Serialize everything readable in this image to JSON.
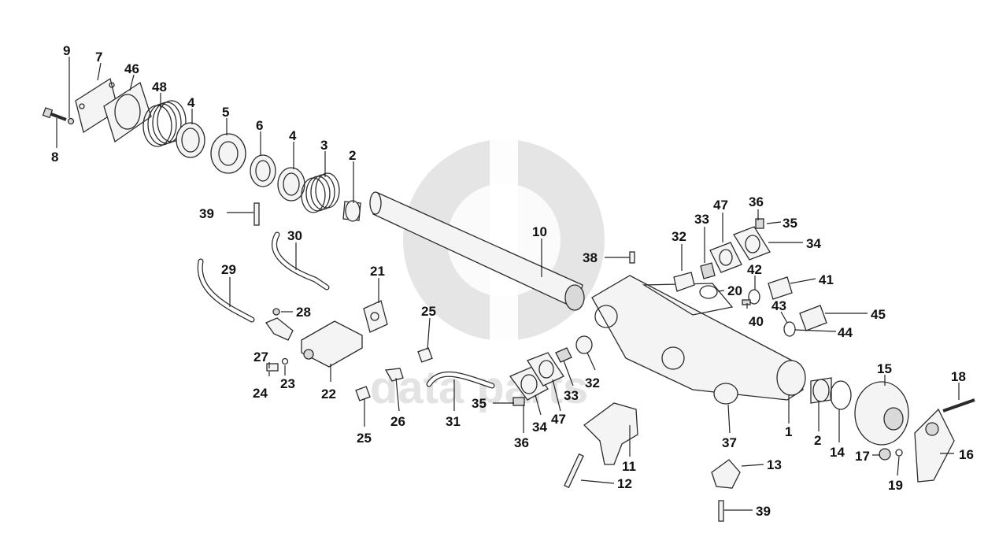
{
  "watermark": {
    "text": "data parts"
  },
  "labels": [
    {
      "id": "9a",
      "text": "9"
    },
    {
      "id": "7a",
      "text": "7"
    },
    {
      "id": "46a",
      "text": "46"
    },
    {
      "id": "48a",
      "text": "48"
    },
    {
      "id": "8a",
      "text": "8"
    },
    {
      "id": "4a",
      "text": "4"
    },
    {
      "id": "5a",
      "text": "5"
    },
    {
      "id": "6a",
      "text": "6"
    },
    {
      "id": "4b",
      "text": "4"
    },
    {
      "id": "3a",
      "text": "3"
    },
    {
      "id": "2a",
      "text": "2"
    },
    {
      "id": "39a",
      "text": "39"
    },
    {
      "id": "30a",
      "text": "30"
    },
    {
      "id": "10a",
      "text": "10"
    },
    {
      "id": "29a",
      "text": "29"
    },
    {
      "id": "21a",
      "text": "21"
    },
    {
      "id": "28a",
      "text": "28"
    },
    {
      "id": "25a",
      "text": "25"
    },
    {
      "id": "38a",
      "text": "38"
    },
    {
      "id": "32a",
      "text": "32"
    },
    {
      "id": "33a",
      "text": "33"
    },
    {
      "id": "47a",
      "text": "47"
    },
    {
      "id": "36a",
      "text": "36"
    },
    {
      "id": "35a",
      "text": "35"
    },
    {
      "id": "34a",
      "text": "34"
    },
    {
      "id": "42a",
      "text": "42"
    },
    {
      "id": "41a",
      "text": "41"
    },
    {
      "id": "20a",
      "text": "20"
    },
    {
      "id": "40a",
      "text": "40"
    },
    {
      "id": "43a",
      "text": "43"
    },
    {
      "id": "45a",
      "text": "45"
    },
    {
      "id": "44a",
      "text": "44"
    },
    {
      "id": "27a",
      "text": "27"
    },
    {
      "id": "24a",
      "text": "24"
    },
    {
      "id": "23a",
      "text": "23"
    },
    {
      "id": "22a",
      "text": "22"
    },
    {
      "id": "26a",
      "text": "26"
    },
    {
      "id": "31a",
      "text": "31"
    },
    {
      "id": "25b",
      "text": "25"
    },
    {
      "id": "35b",
      "text": "35"
    },
    {
      "id": "36b",
      "text": "36"
    },
    {
      "id": "34b",
      "text": "34"
    },
    {
      "id": "47b",
      "text": "47"
    },
    {
      "id": "33b",
      "text": "33"
    },
    {
      "id": "32b",
      "text": "32"
    },
    {
      "id": "11a",
      "text": "11"
    },
    {
      "id": "12a",
      "text": "12"
    },
    {
      "id": "37a",
      "text": "37"
    },
    {
      "id": "1a",
      "text": "1"
    },
    {
      "id": "2b",
      "text": "2"
    },
    {
      "id": "14a",
      "text": "14"
    },
    {
      "id": "15a",
      "text": "15"
    },
    {
      "id": "18a",
      "text": "18"
    },
    {
      "id": "16a",
      "text": "16"
    },
    {
      "id": "17a",
      "text": "17"
    },
    {
      "id": "19a",
      "text": "19"
    },
    {
      "id": "13a",
      "text": "13"
    },
    {
      "id": "39b",
      "text": "39"
    }
  ]
}
